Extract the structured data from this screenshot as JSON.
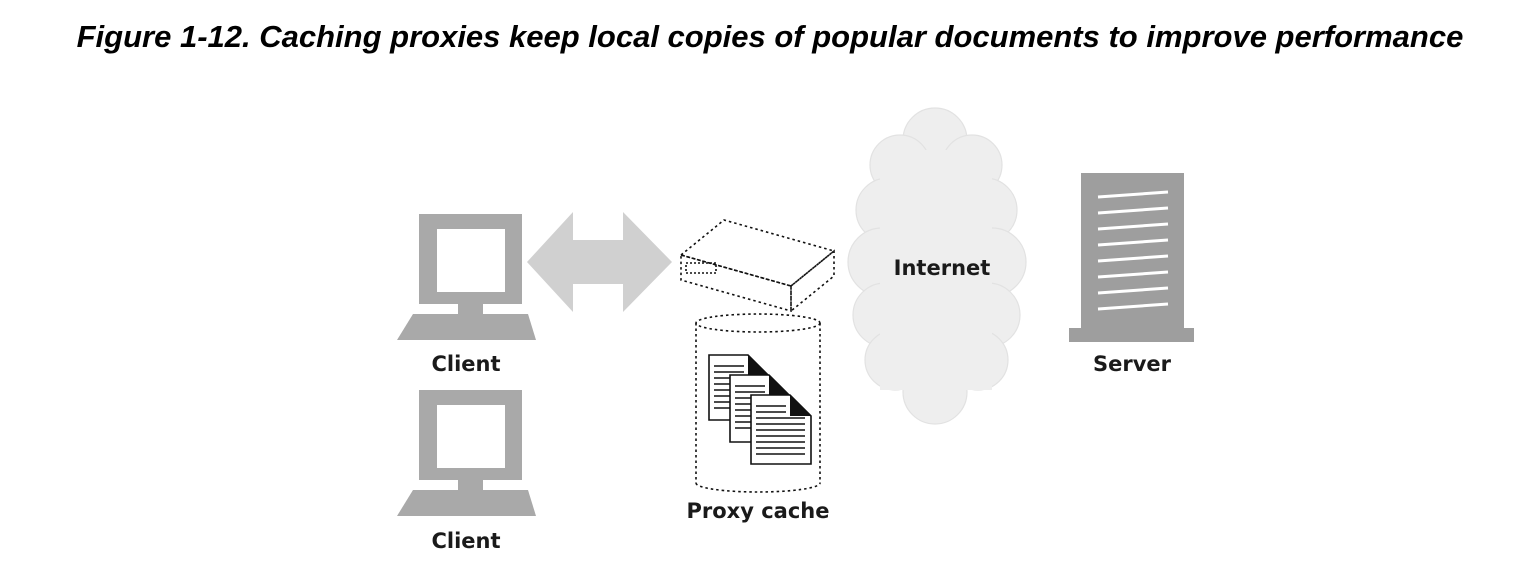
{
  "caption": "Figure 1-12. Caching proxies keep local copies of popular documents to improve performance",
  "nodes": {
    "client_1": "Client",
    "client_2": "Client",
    "proxy_cache": "Proxy cache",
    "internet": "Internet",
    "server": "Server"
  },
  "colors": {
    "monitor_gray": "#a9a9a9",
    "arrow_gray": "#d0d0d0",
    "cloud_fill": "#eeeeee",
    "cloud_stroke": "#e2e2e2",
    "server_gray": "#9e9e9e"
  }
}
